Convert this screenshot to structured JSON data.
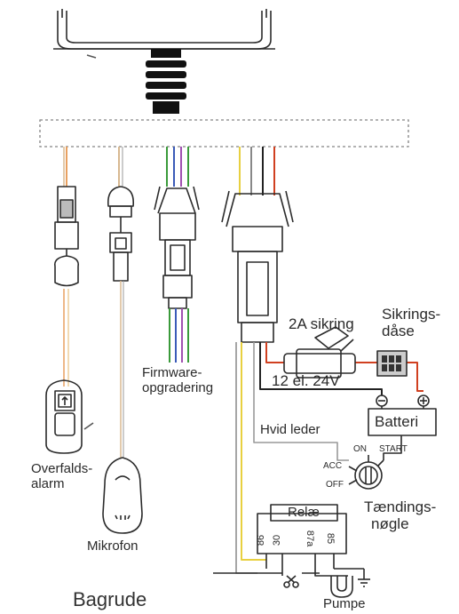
{
  "labels": {
    "alarm_line1": "Overfalds-",
    "alarm_line2": "alarm",
    "microphone": "Mikrofon",
    "firmware_line1": "Firmware-",
    "firmware_line2": "opgradering",
    "fuse": "2A sikring",
    "fusebox_line1": "Sikrings-",
    "fusebox_line2": "dåse",
    "voltage": "12 el. 24V",
    "battery": "Batteri",
    "white_wire": "Hvid leder",
    "on": "ON",
    "start": "START",
    "acc": "ACC",
    "off": "OFF",
    "ignition_line1": "Tændings-",
    "ignition_line2": "nøgle",
    "relay": "Relæ",
    "pin86": "86",
    "pin30": "30",
    "pin87a": "87a",
    "pin85": "85",
    "pump": "Pumpe",
    "rear": "Bagrude",
    "minus": "−",
    "plus": "+"
  },
  "colors": {
    "line": "#2b2b2b",
    "orange_wire": "#e8a060",
    "tan_wire": "#d8b890",
    "green_wire": "#3a9a3a",
    "blue_wire": "#3a5ab8",
    "purple_wire": "#a050b0",
    "yellow_wire": "#e8d040",
    "red_wire": "#d04020",
    "gray_wire": "#888888",
    "black_wire": "#222222"
  }
}
